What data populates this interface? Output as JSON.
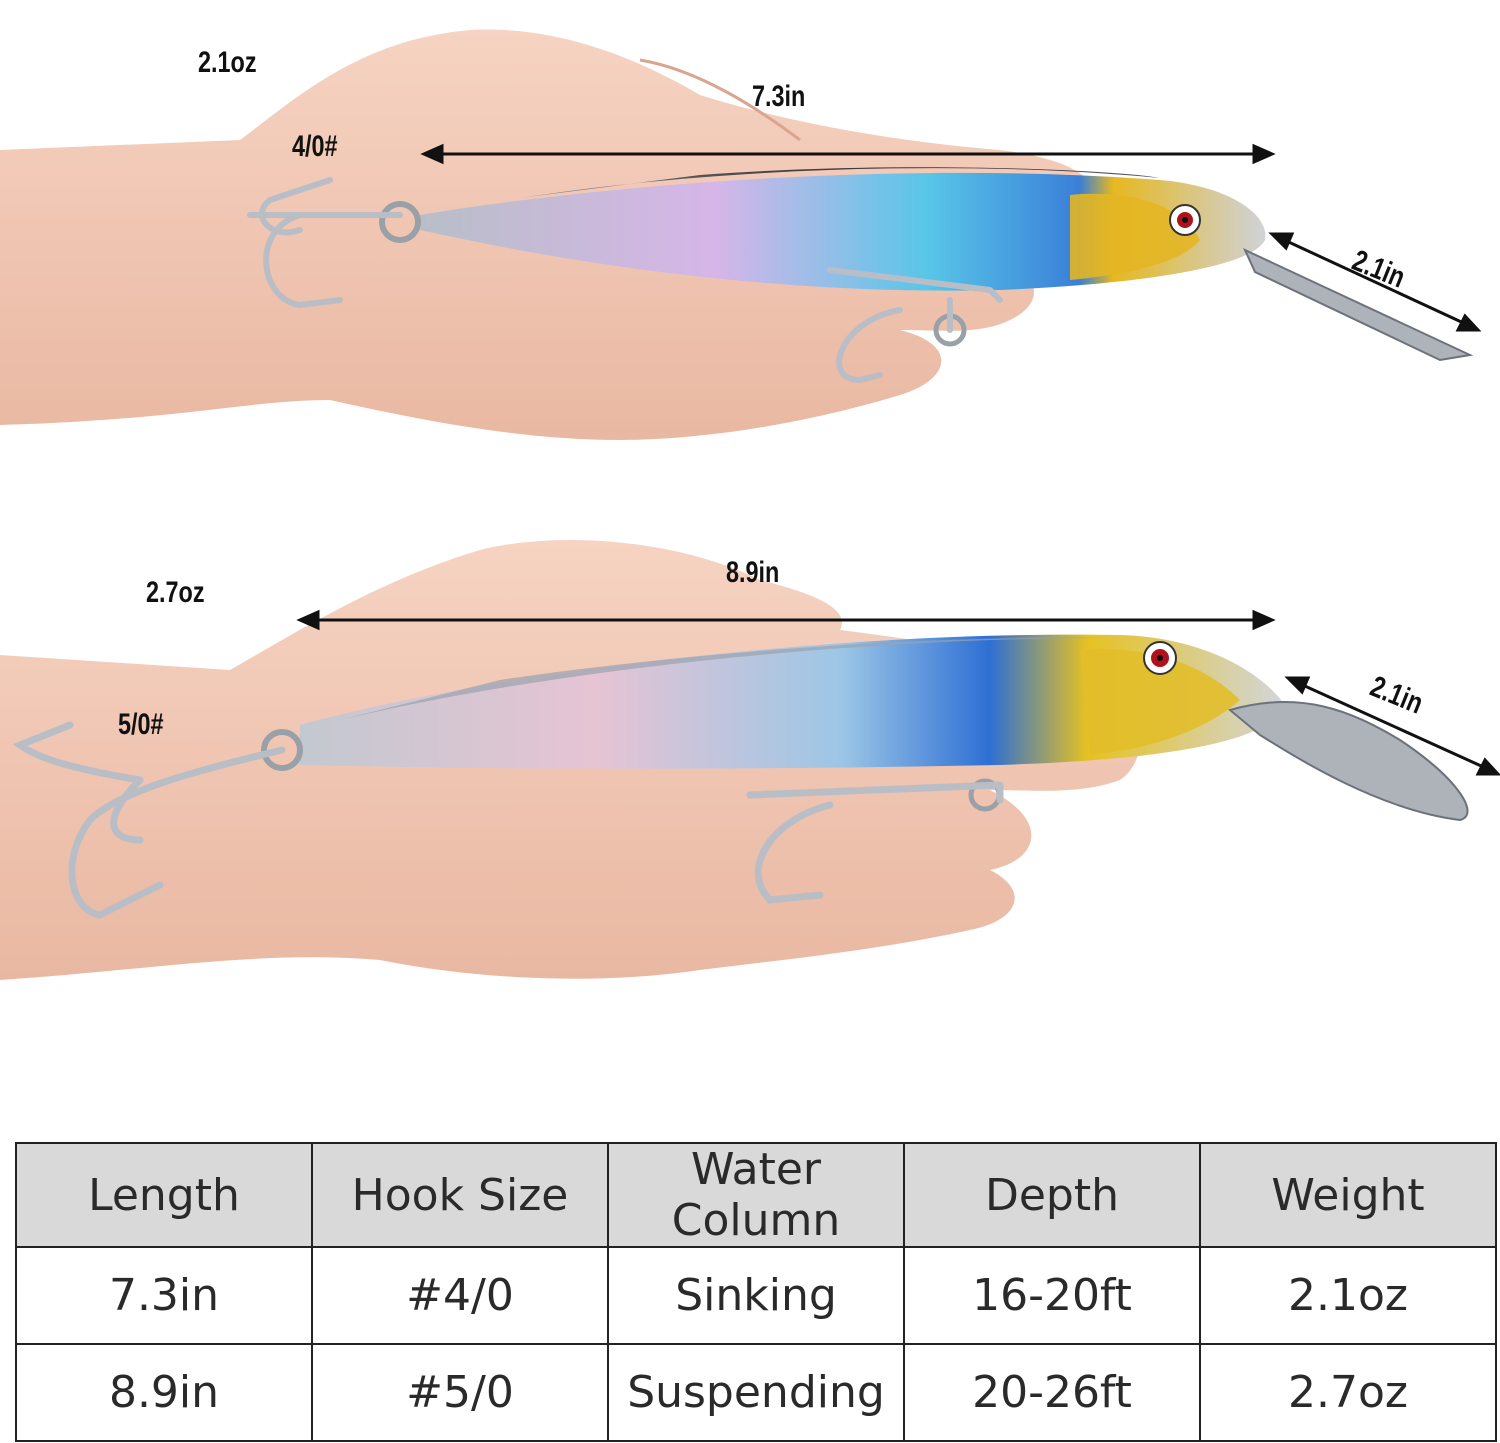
{
  "lures": [
    {
      "weight_label": "2.1oz",
      "length_label": "7.3in",
      "hook_label": "4/0#",
      "lip_label": "2.1in"
    },
    {
      "weight_label": "2.7oz",
      "length_label": "8.9in",
      "hook_label": "5/0#",
      "lip_label": "2.1in"
    }
  ],
  "table": {
    "headers": [
      "Length",
      "Hook Size",
      "Water Column",
      "Depth",
      "Weight"
    ],
    "rows": [
      [
        "7.3in",
        "#4/0",
        "Sinking",
        "16-20ft",
        "2.1oz"
      ],
      [
        "8.9in",
        "#5/0",
        "Suspending",
        "20-26ft",
        "2.7oz"
      ]
    ]
  },
  "colors": {
    "header_bg": "#d9d9d9",
    "border": "#222222",
    "skin": "#f2c8b4",
    "lure_silver": "#c9ced6",
    "lure_blue": "#3d7fd6",
    "lure_gold": "#e2b21c"
  }
}
